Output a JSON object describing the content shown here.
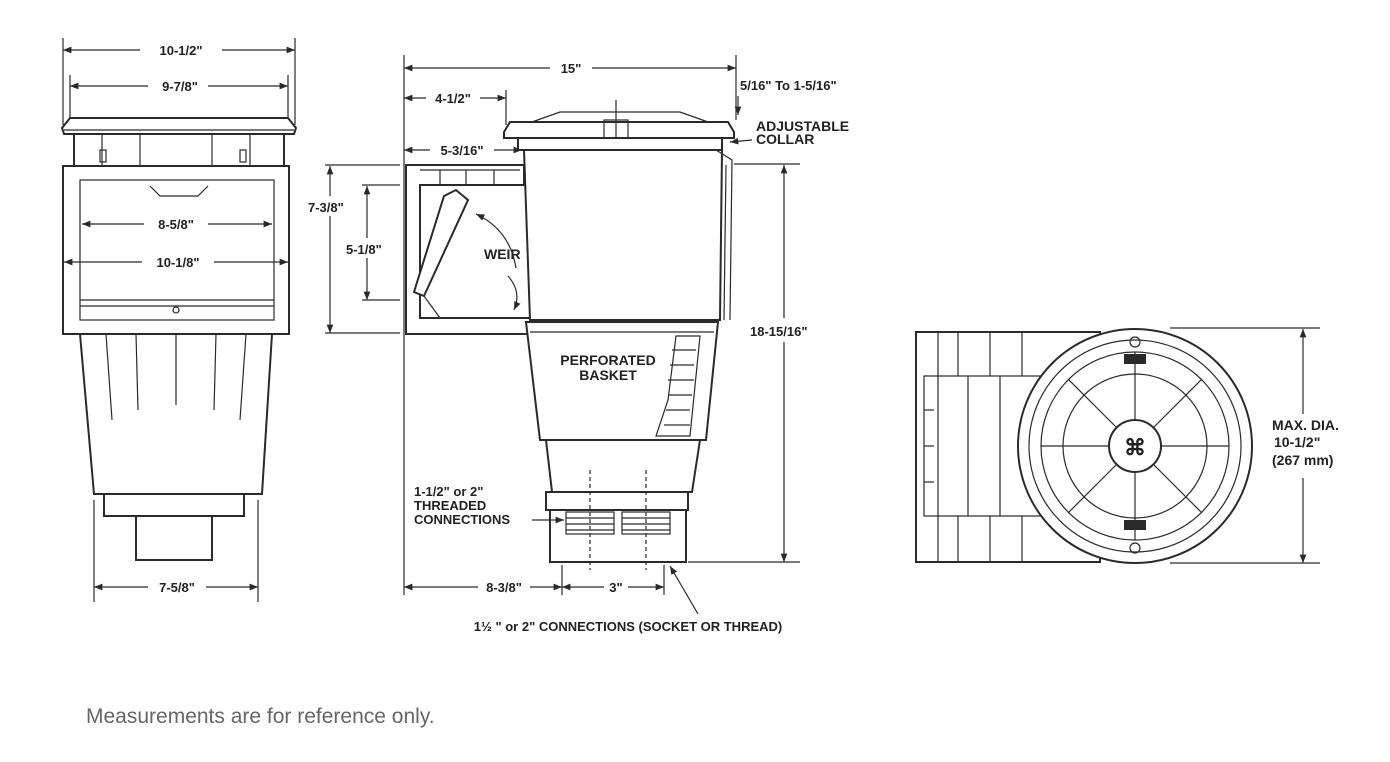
{
  "dimensions": {
    "front_top_width": "10-1/2\"",
    "front_lid_width": "9-7/8\"",
    "front_inner_width": "8-5/8\"",
    "front_throat_width": "10-1/8\"",
    "front_base_width": "7-5/8\"",
    "side_overall_length": "15\"",
    "side_collar_range": "5/16\" To 1-5/16\"",
    "side_throat_to_lid": "4-1/2\"",
    "side_throat_to_body": "5-3/16\"",
    "side_throat_height": "7-3/8\"",
    "side_weir_height": "5-1/8\"",
    "side_overall_height": "18-15/16\"",
    "side_bottom_offset": "8-3/8\"",
    "side_connection_spacing": "3\""
  },
  "labels": {
    "adjustable_collar_1": "ADJUSTABLE",
    "adjustable_collar_2": "COLLAR",
    "weir": "WEIR",
    "basket_1": "PERFORATED",
    "basket_2": "BASKET",
    "threaded_1": "1-1/2\" or 2\"",
    "threaded_2": "THREADED",
    "threaded_3": "CONNECTIONS",
    "connections": "1½ \" or 2\" CONNECTIONS (SOCKET OR THREAD)",
    "max_dia_1": "MAX. DIA.",
    "max_dia_2": "10-1/2\"",
    "max_dia_3": "(267 mm)"
  },
  "footnote": "Measurements are for reference only."
}
